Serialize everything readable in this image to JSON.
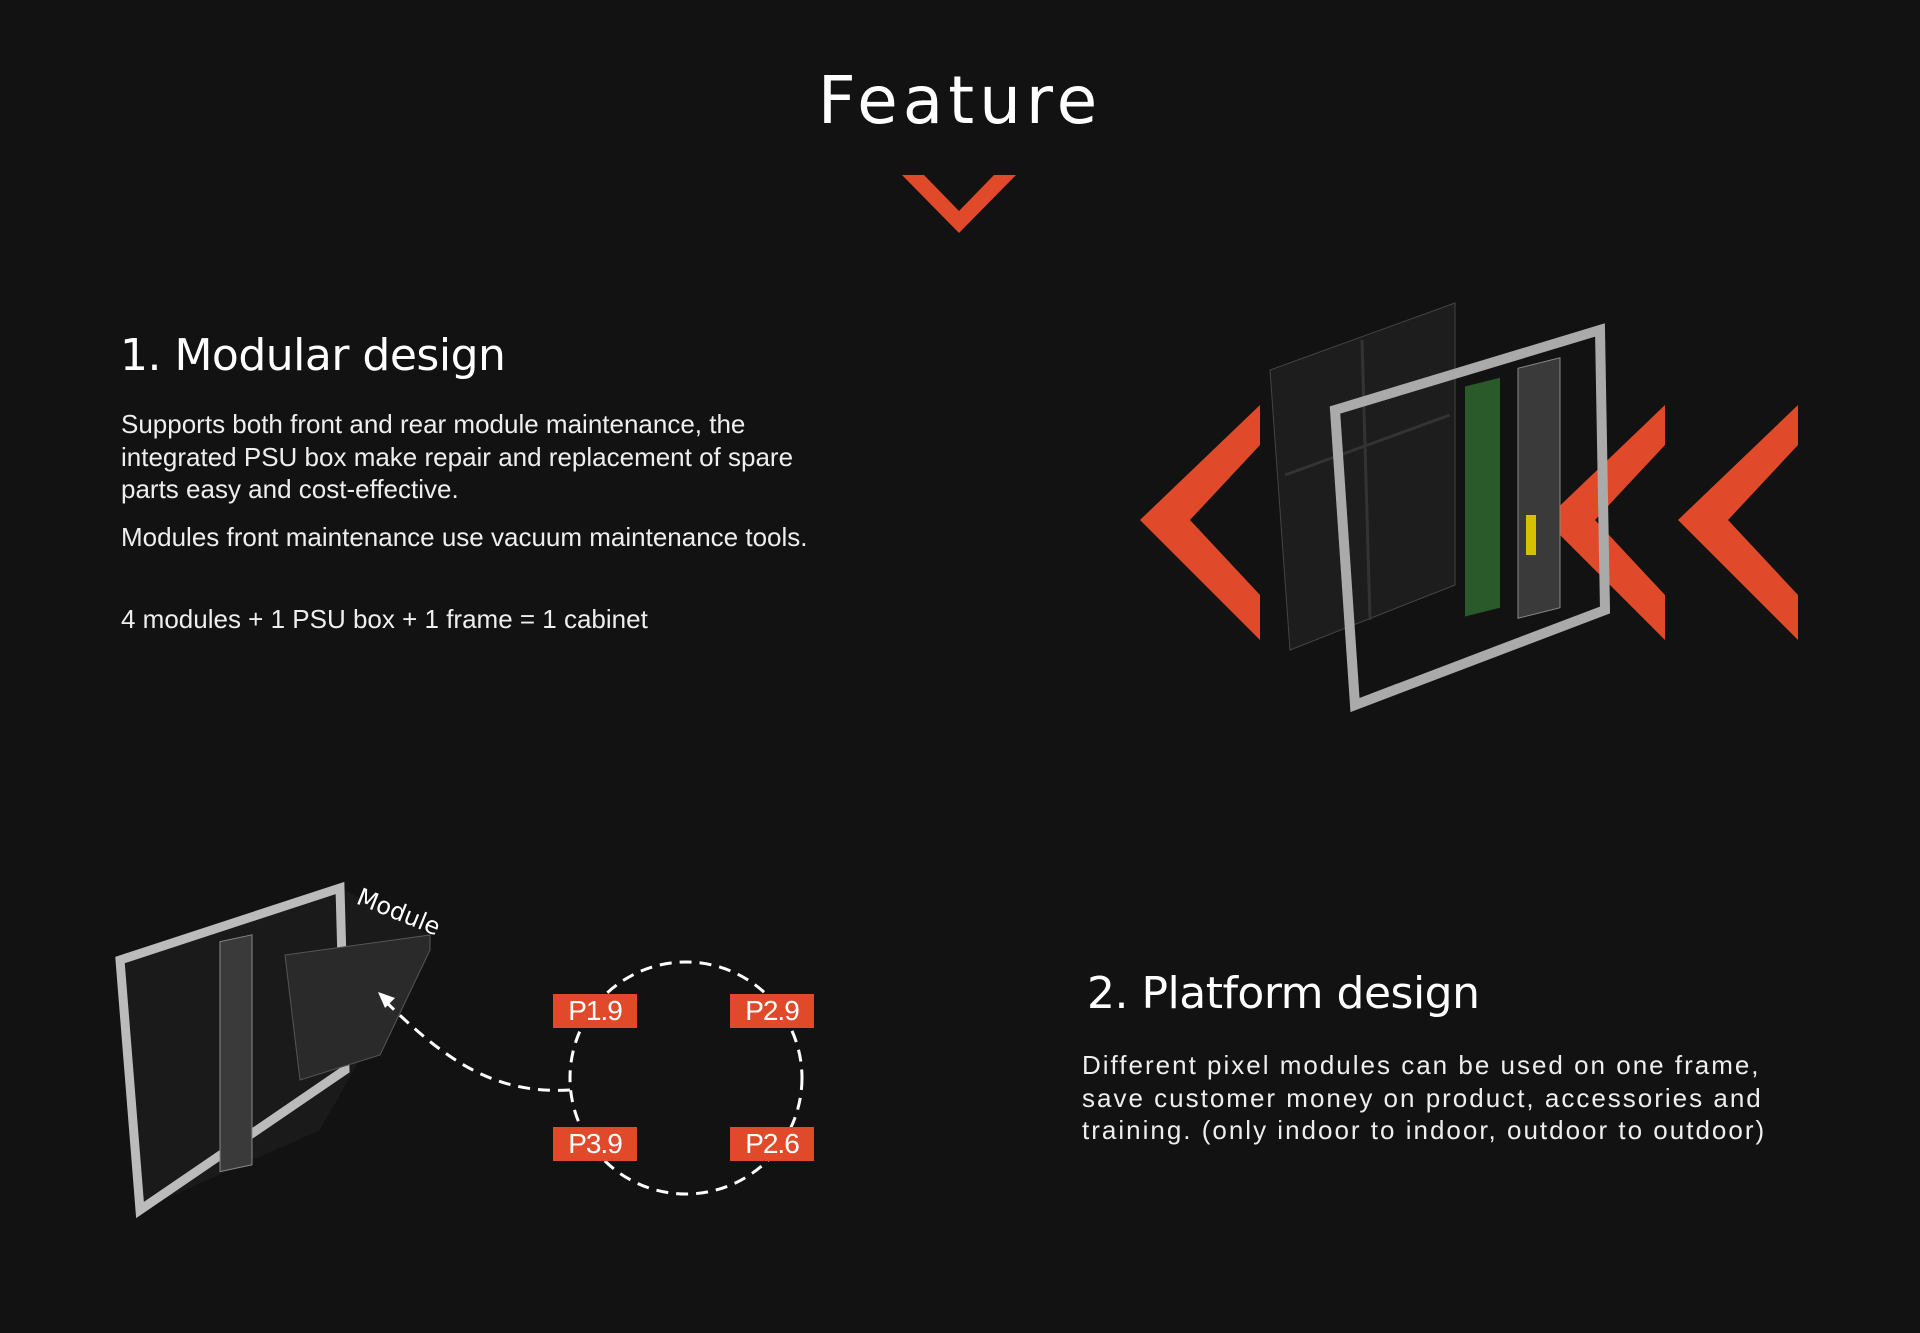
{
  "header": {
    "title": "Feature"
  },
  "accent_color": "#e04a2a",
  "section1": {
    "heading": "1. Modular design",
    "paragraphs": [
      "Supports both front and rear module maintenance, the integrated PSU box make repair and replacement of spare parts easy and cost-effective.",
      "Modules front maintenance use vacuum maintenance tools.",
      "4 modules + 1 PSU box + 1 frame = 1 cabinet"
    ]
  },
  "section2": {
    "heading": "2. Platform design",
    "paragraph": "Different pixel modules can be used on one frame, save customer money on product, accessories and training.  (only indoor to indoor, outdoor to outdoor)",
    "diagram": {
      "module_label": "Module",
      "pitches": [
        "P1.9",
        "P2.9",
        "P3.9",
        "P2.6"
      ]
    }
  }
}
